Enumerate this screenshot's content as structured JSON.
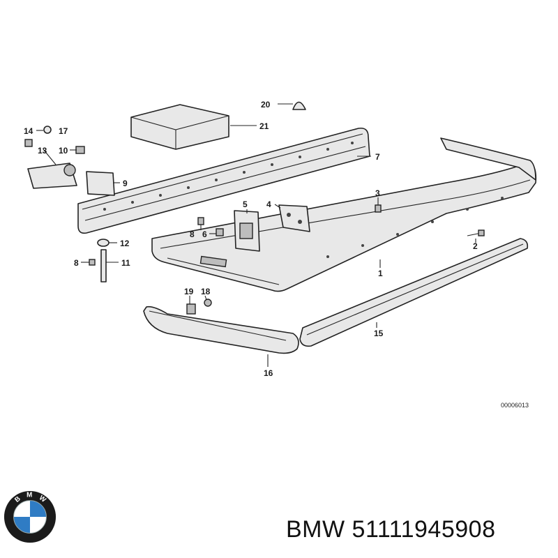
{
  "diagram": {
    "reference_code": "00006013",
    "callouts": {
      "c1": "1",
      "c2": "2",
      "c3": "3",
      "c4": "4",
      "c5": "5",
      "c6": "6",
      "c7": "7",
      "c8a": "8",
      "c8b": "8",
      "c9": "9",
      "c10": "10",
      "c11": "11",
      "c12": "12",
      "c13": "13",
      "c14": "14",
      "c15": "15",
      "c16": "16",
      "c17": "17",
      "c18": "18",
      "c19": "19",
      "c20": "20",
      "c21": "21"
    }
  },
  "logo": {
    "text": "BMW",
    "colors": {
      "blue": "#2f7cc4",
      "ring": "#1b1b1b",
      "white": "#ffffff"
    }
  },
  "caption": {
    "brand": "BMW",
    "part_number": "51111945908"
  }
}
